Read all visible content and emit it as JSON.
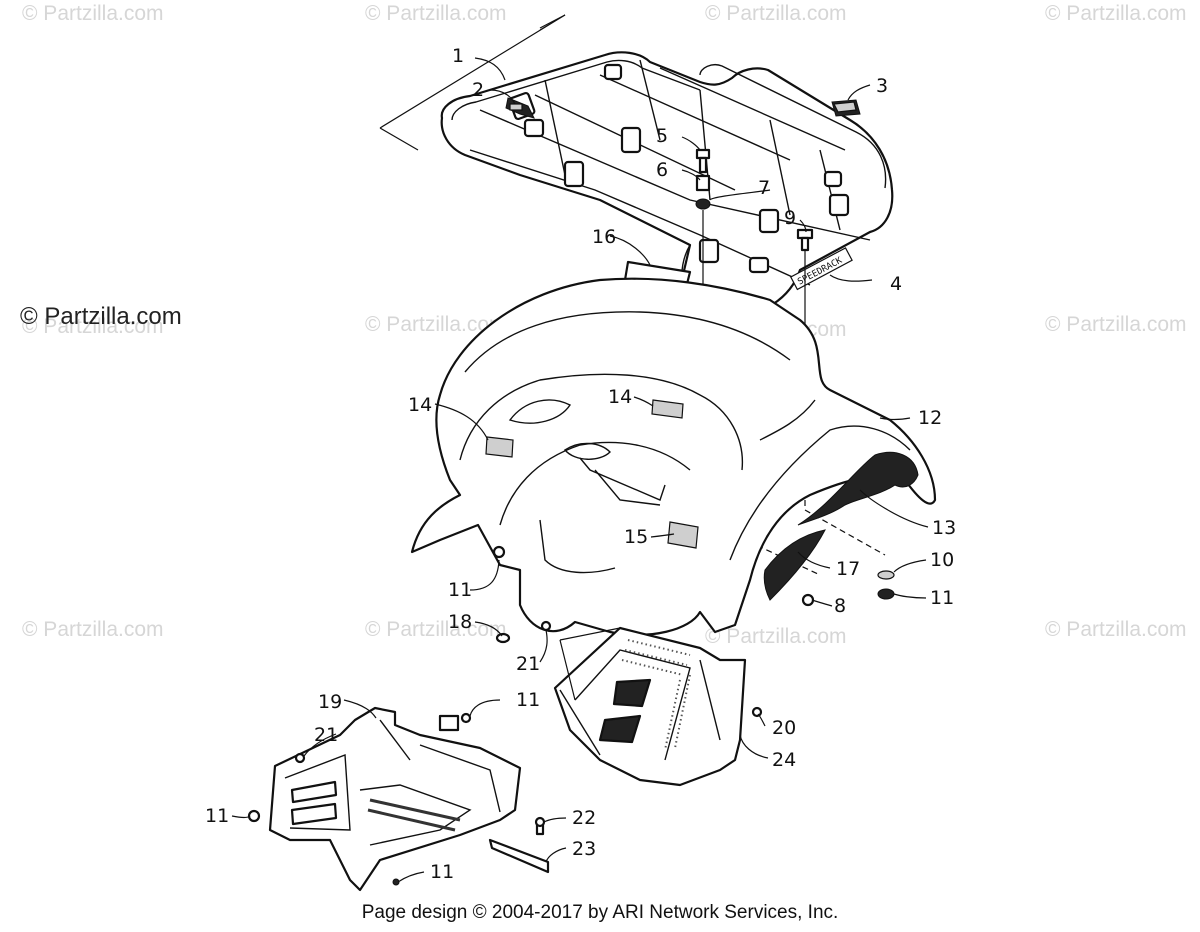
{
  "watermarks": {
    "top_left": "© Partzilla.com",
    "top_center": "© Partzilla.com",
    "top_right_1": "© Partzilla.com",
    "top_right_2": "© Partzilla.com",
    "mid_left": "© Partzilla.com",
    "mid_center": "© Partzilla.com",
    "mid_right_1": "© Partzilla.com",
    "mid_right_2": "© Partzilla.com",
    "low_left": "© Partzilla.com",
    "low_center": "© Partzilla.com",
    "low_right_1": "© Partzilla.com",
    "low_right_2": "© Partzilla.com",
    "prominent": "© Partzilla.com"
  },
  "footer": "Page design © 2004-2017 by ARI Network Services, Inc.",
  "callouts": {
    "c1": "1",
    "c2": "2",
    "c3": "3",
    "c4": "4",
    "c5": "5",
    "c6": "6",
    "c7": "7",
    "c8": "8",
    "c9": "9",
    "c10": "10",
    "c11a": "11",
    "c11b": "11",
    "c11c": "11",
    "c11d": "11",
    "c11e": "11",
    "c12": "12",
    "c13": "13",
    "c14a": "14",
    "c14b": "14",
    "c15": "15",
    "c16": "16",
    "c17": "17",
    "c18": "18",
    "c19": "19",
    "c20": "20",
    "c21a": "21",
    "c21b": "21",
    "c22": "22",
    "c23": "23",
    "c24": "24"
  },
  "rack_badge": "SPEEDRACK"
}
